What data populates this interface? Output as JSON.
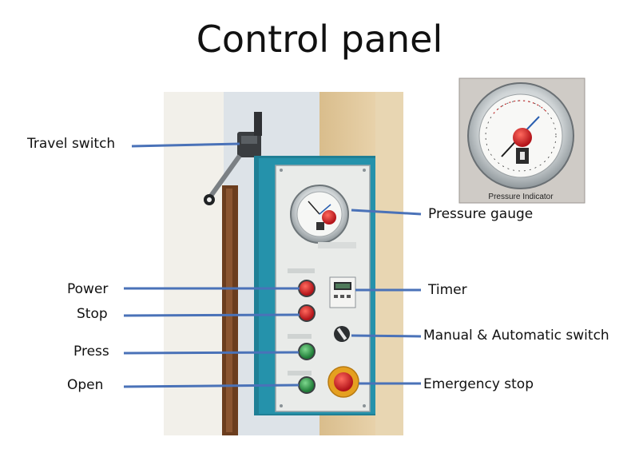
{
  "title": "Control panel",
  "inset_caption": "Pressure Indicator",
  "callouts": {
    "travel_switch": "Travel switch",
    "pressure_gauge": "Pressure gauge",
    "power": "Power",
    "stop": "Stop",
    "timer": "Timer",
    "press": "Press",
    "manual_automatic_switch": "Manual & Automatic switch",
    "open": "Open",
    "emergency_stop": "Emergency stop"
  },
  "colors": {
    "leader_line": "#4a72b8",
    "panel_frame": "#1f7f95",
    "panel_face": "#e9ebe9",
    "red_button": "#d7262a",
    "green_button": "#2e9b4a",
    "wood": "#e6cfa4"
  }
}
